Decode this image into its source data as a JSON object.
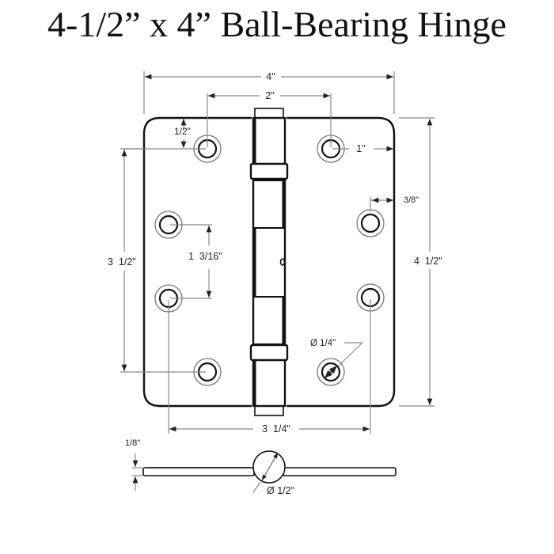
{
  "title": "4-1/2” x 4” Ball-Bearing Hinge",
  "colors": {
    "line": "#111111",
    "dimension_line": "#888888",
    "background": "#ffffff"
  },
  "dimensions": {
    "overall_width": "4\"",
    "hole_spacing_horizontal": "2\"",
    "top_hole_offset": "1/2\"",
    "hole_edge_offset": "1\"",
    "side_hole_edge_offset": "3/8\"",
    "hole_spacing_vertical": "1  3/16\"",
    "outer_hole_span": "3  1/2\"",
    "overall_height": "4  1/2\"",
    "hole_diameter": "Ø 1/4\"",
    "bottom_hole_span": "3  1/4\"",
    "leaf_thickness": "1/8\"",
    "knuckle_diameter": "Ø 1/2\""
  },
  "views": {
    "front": "hinge-front-view",
    "side": "hinge-side-view"
  }
}
